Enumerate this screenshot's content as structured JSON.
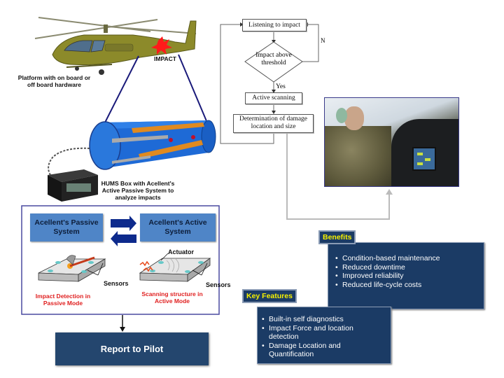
{
  "helicopter": {
    "platform_label": "Platform with on board or off board hardware",
    "impact_label": "IMPACT"
  },
  "hums": {
    "label": "HUMS Box with Acellent's Active Passive System to analyze impacts"
  },
  "flowchart": {
    "listening": "Listening to impact",
    "decision": "Impact above threshold",
    "no_label": "N",
    "yes_label": "Yes",
    "active_scanning": "Active scanning",
    "determination": "Determination of damage location and size"
  },
  "systems": {
    "passive_box": "Acellent's Passive System",
    "active_box": "Acellent's Active System",
    "actuator_label": "Actuator",
    "sensors_left": "Sensors",
    "sensors_right": "Sensors",
    "passive_caption": "Impact Detection in Passive Mode",
    "active_caption": "Scanning structure in Active Mode"
  },
  "report": {
    "label": "Report to Pilot"
  },
  "benefits": {
    "title": "Benefits",
    "items": [
      "Condition-based maintenance",
      "Reduced downtime",
      "Improved reliability",
      "Reduced life-cycle costs"
    ]
  },
  "key_features": {
    "title": "Key Features",
    "items": [
      "Built-in self diagnostics",
      "Impact Force and location detection",
      "Damage Location and Quantification"
    ]
  },
  "photo": {
    "subject": "pilot-in-cockpit-photo"
  },
  "colors": {
    "navy_panel": "#1b3b65",
    "system_blue": "#4f85c7",
    "tag_yellow": "#f5f000",
    "caption_red": "#e02020",
    "frame_purple": "#4a4aa0"
  }
}
